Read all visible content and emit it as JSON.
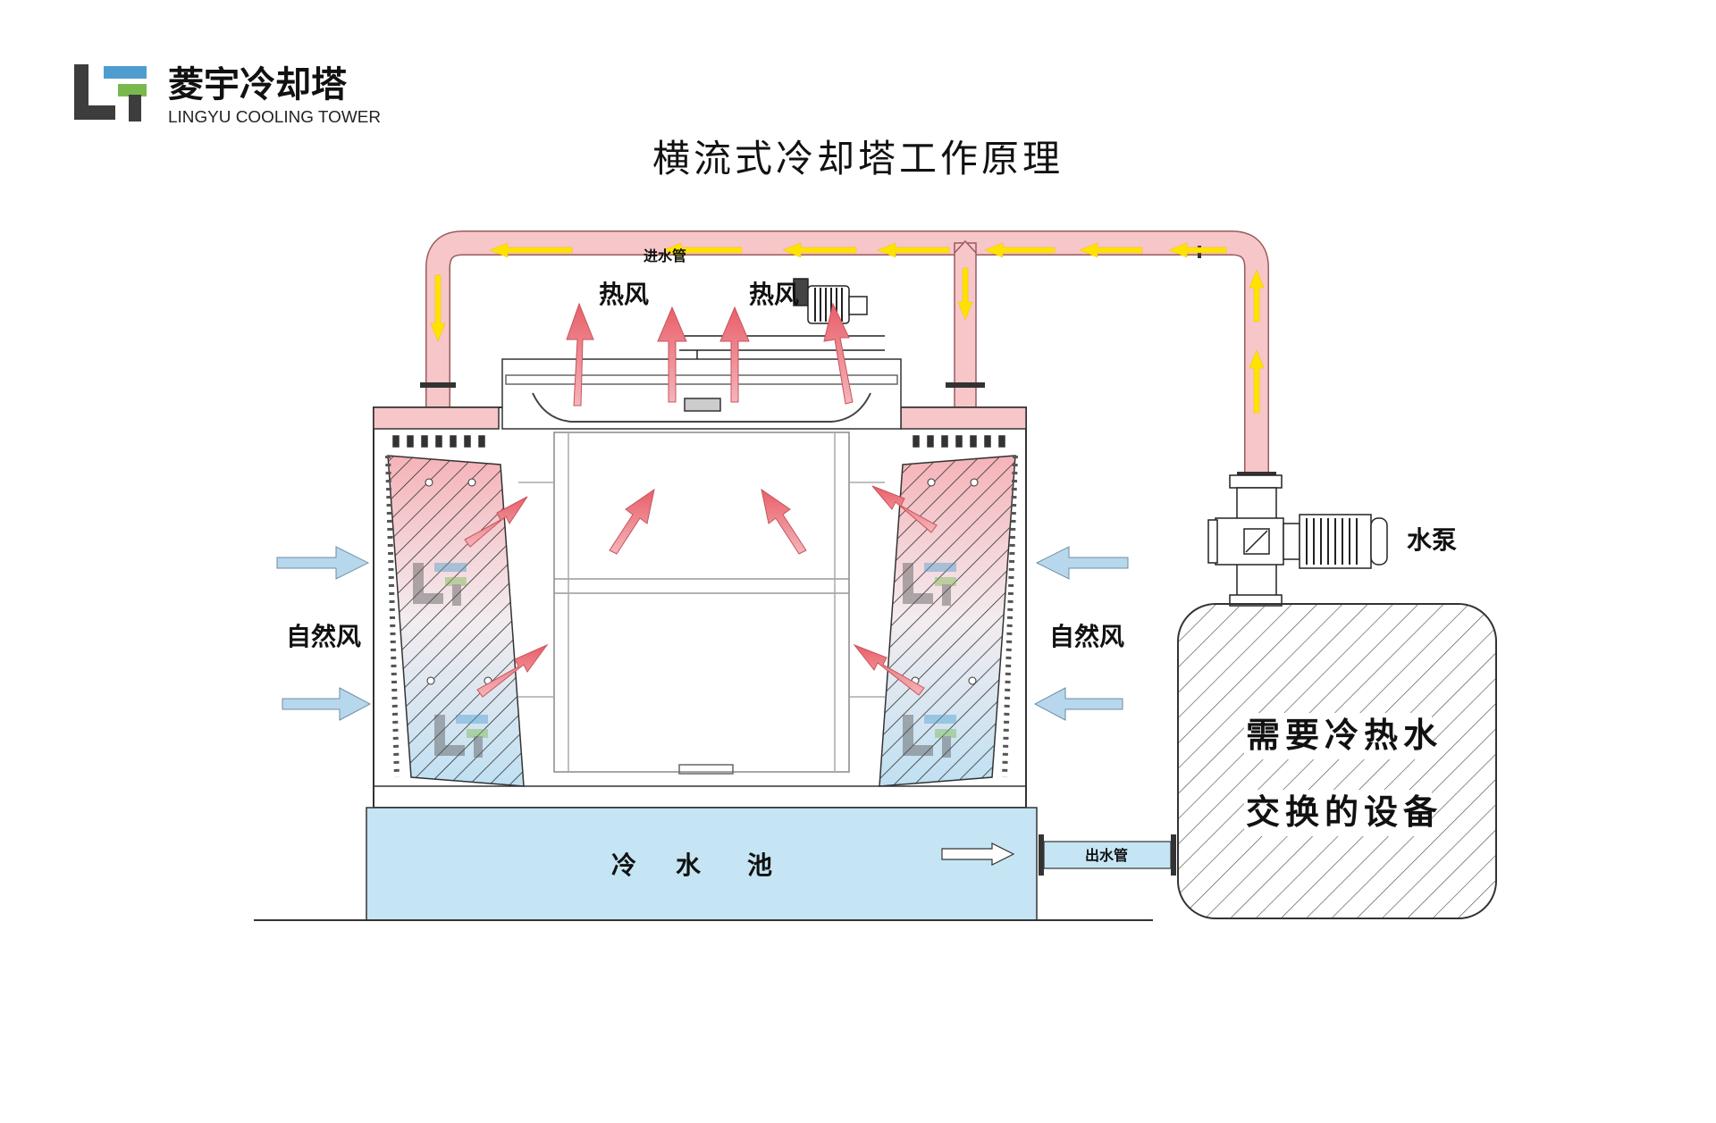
{
  "brand": {
    "name_cn": "菱宇冷却塔",
    "name_en": "LINGYU COOLING TOWER",
    "colors": {
      "dark": "#3d3d3d",
      "blue": "#4f9ccf",
      "green": "#79b84f"
    }
  },
  "title": "横流式冷却塔工作原理",
  "labels": {
    "inlet_pipe": "进水管",
    "hot_air_left": "热风",
    "hot_air_right": "热风",
    "natural_wind_left": "自然风",
    "natural_wind_right": "自然风",
    "pump": "水泵",
    "cold_basin": [
      "冷",
      "水",
      "池"
    ],
    "outlet_pipe": "出水管",
    "equipment_line1": "需要冷热水",
    "equipment_line2": "交换的设备"
  },
  "colors": {
    "hot_pipe": "#f6c6c8",
    "flow_arrow": "#ffe300",
    "hot_air": "#ec6f78",
    "cold_air": "#b7d8ec",
    "basin": "#c5e5f4",
    "hatch": "#333333"
  }
}
